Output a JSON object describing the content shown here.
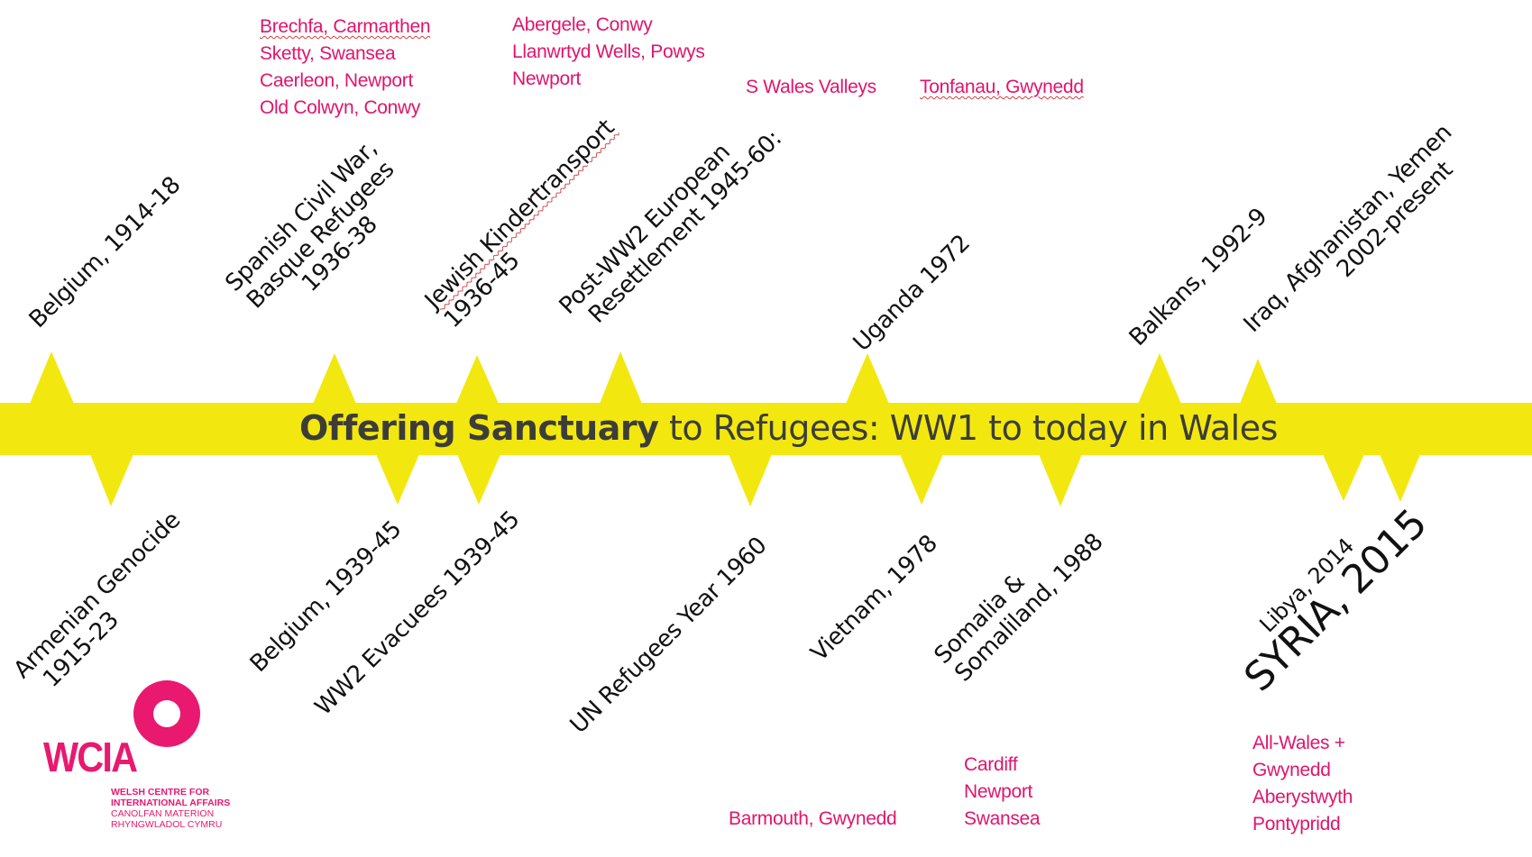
{
  "title": {
    "bold_part": "Offering Sanctuary",
    "regular_part": " to Refugees:  WW1 to today in Wales"
  },
  "colors": {
    "band": "#f2e810",
    "location_text": "#e0156b",
    "title_text": "#3d3d38",
    "event_text": "#111111",
    "logo": "#e8196f"
  },
  "events_above": [
    {
      "lines": [
        "Belgium, 1914-18"
      ]
    },
    {
      "lines": [
        "Spanish Civil War,",
        "Basque Refugees",
        "1936-38"
      ]
    },
    {
      "lines": [
        "Jewish Kindertransport",
        "1936-45"
      ]
    },
    {
      "lines": [
        "Post-WW2 European",
        "Resettlement 1945-60:"
      ]
    },
    {
      "lines": [
        "Uganda 1972"
      ]
    },
    {
      "lines": [
        "Balkans, 1992-9"
      ]
    },
    {
      "lines": [
        "Iraq, Afghanistan, Yemen",
        "2002-present"
      ]
    }
  ],
  "events_below": [
    {
      "lines": [
        "Armenian Genocide",
        "1915-23"
      ]
    },
    {
      "lines": [
        "Belgium, 1939-45"
      ]
    },
    {
      "lines": [
        "WW2 Evacuees 1939-45"
      ]
    },
    {
      "lines": [
        "UN Refugees Year 1960"
      ]
    },
    {
      "lines": [
        "Vietnam, 1978"
      ]
    },
    {
      "lines": [
        "Somalia &",
        "Somaliland, 1988"
      ]
    },
    {
      "lines": [
        "Libya, 2014"
      ]
    },
    {
      "lines": [
        "SYRIA, 2015"
      ]
    }
  ],
  "locations": {
    "spanish": [
      "Brechfa, Carmarthen",
      "Sketty, Swansea",
      "Caerleon, Newport",
      "Old Colwyn, Conwy"
    ],
    "kindertransport": [
      "Abergele, Conwy",
      "Llanwrtyd Wells, Powys",
      "Newport"
    ],
    "post_ww2": [
      "S Wales Valleys"
    ],
    "uganda": [
      "Tonfanau, Gwynedd"
    ],
    "vietnam": [
      "Barmouth, Gwynedd"
    ],
    "somalia": [
      "Cardiff",
      "Newport",
      "Swansea"
    ],
    "syria": [
      "All-Wales +",
      "Gwynedd",
      "Aberystwyth",
      "Pontypridd"
    ]
  },
  "logo": {
    "acronym": "WCIA",
    "line1": "WELSH CENTRE FOR",
    "line2": "INTERNATIONAL AFFAIRS",
    "line3": "CANOLFAN MATERION",
    "line4": "RHYNGWLADOL CYMRU"
  }
}
